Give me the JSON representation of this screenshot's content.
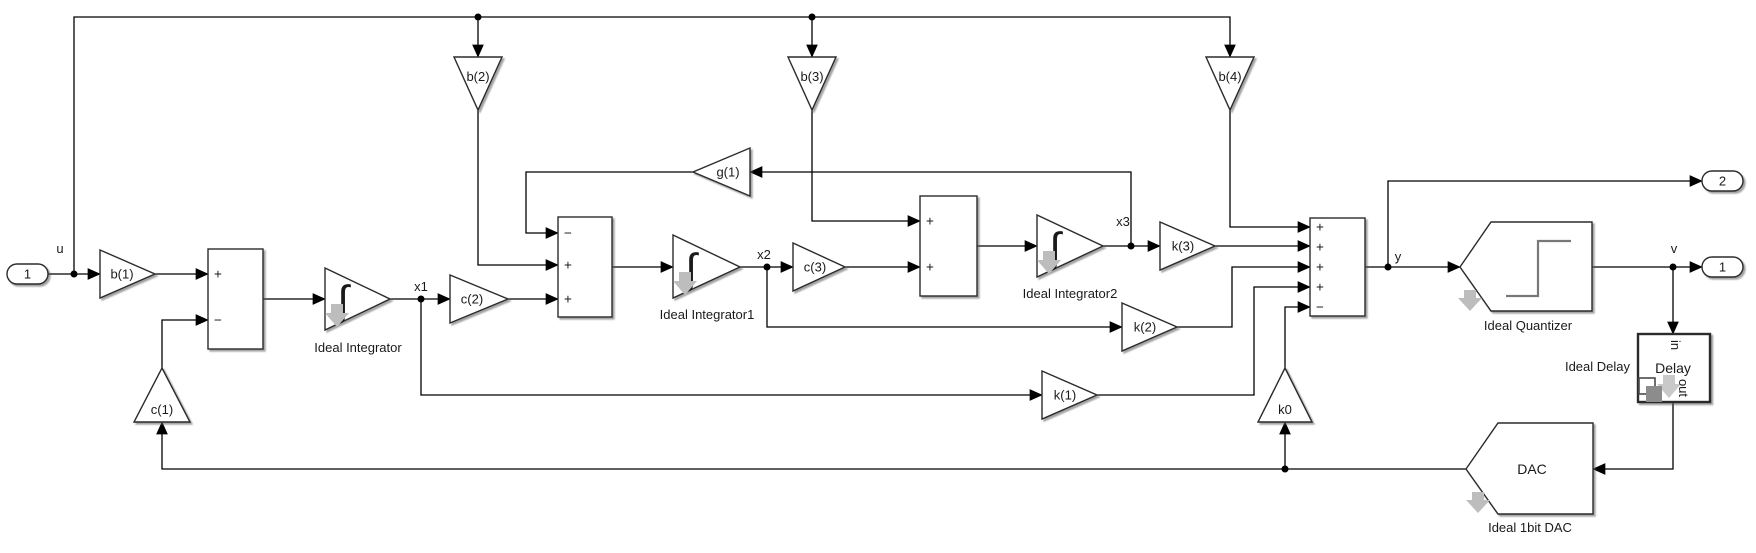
{
  "ports": {
    "inport_1": "1",
    "outport_1": "1",
    "outport_2": "2"
  },
  "gains": {
    "b1": "b(1)",
    "b2": "b(2)",
    "b3": "b(3)",
    "b4": "b(4)",
    "c1": "c(1)",
    "c2": "c(2)",
    "c3": "c(3)",
    "g1": "g(1)",
    "k0": "k0",
    "k1": "k(1)",
    "k2": "k(2)",
    "k3": "k(3)"
  },
  "sum_signs": {
    "plus": "+",
    "minus": "−"
  },
  "integrators": {
    "glyph": "∫",
    "int0_label": "Ideal Integrator",
    "int1_label": "Ideal Integrator1",
    "int2_label": "Ideal Integrator2"
  },
  "quantizer": {
    "label": "Ideal Quantizer"
  },
  "delay": {
    "block_text": "Delay",
    "label": "Ideal Delay",
    "port_in": "in",
    "port_out": "out"
  },
  "dac": {
    "block_text": "DAC",
    "label": "Ideal 1bit DAC"
  },
  "signal_labels": {
    "u": "u",
    "x1": "x1",
    "x2": "x2",
    "x3": "x3",
    "y": "y",
    "v": "v"
  },
  "colors": {
    "wire": "#000000",
    "block_fill": "#ffffff",
    "block_stroke": "#2b2b2b",
    "badge_gray": "#bdbdbd",
    "step_gray": "#787878",
    "canvas": "#ffffff"
  }
}
